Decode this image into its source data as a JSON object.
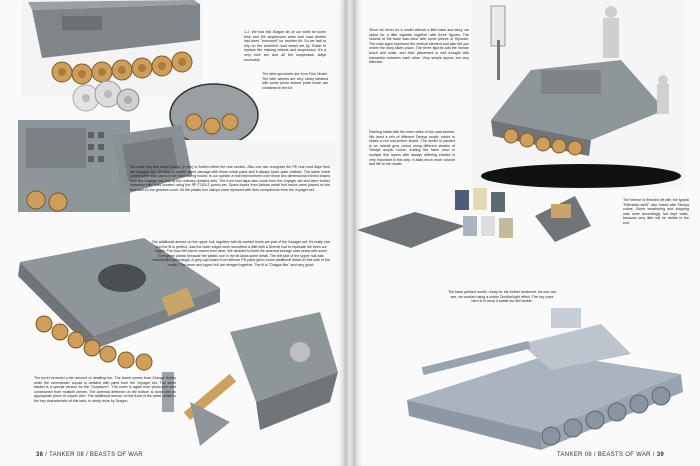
{
  "left_page": {
    "folio_number": "38",
    "folio_text": "TANKER 08 / BEASTS OF WAR",
    "texts": {
      "t1": "1-2. We had this Dragon kit on our shelf for some time and the suspension arms and road wheels had been \"borrowed\" for another kit. So we had to rely on the excellent road wheel set by Tristar to replace the missing wheels and suspension. It's a very nice set and all the suspension stays moveable.",
      "t2": "The idler-sprockets are from Friul Model. The idler wheels are very nicely detailed with some photo etched parts which are contained in the kit.",
      "t3": "We used very fine metal chains (2 mm) to further refine the rear section. Also one can recognise the PE rear mud flaps from the Voyager set. It's easy to create some damage with these metal parts and it always looks quite realistic. The same metal chains were also used on the front towing hooks; in our opinion a real improvement over those two dimensional etched chains from the Voyager set and all the ordinary updates sets. The front mud flaps also come from the Voyager set and were further improved with bolts created using the RP-TOOLZ punch set. Spare-tracks from Artisan metal fruit tracks were placed on the bow and on the gearbox cover.\nAll the plastic tool clamps were replaced with their companions from the Voyager set.",
      "t4": "The additional armour on the upper hull, together with its contact rivets are part of the Voyager set, it's really nice and the fit is perfect. Just the outer edges were smoothed a little with a Dremel tool to replicate the torch cut edges. The bow-MG barrel comes from Aber. We decided to build the antenna storage case anew with some Evergreen plastic because the plastic one in the kit lacks some detail.\nThe left side of the upper hull was constructed accordingly. A grey-cap busier from leftover PE-parts given some additional detail on this side of the model.\nThe lower and upper hull are merged together.\nThe fit is \"Dragon like\" and very good.",
      "t5": "The turret received a fair amount of detailing too. The barrel comes from Orange Hobby while the commander cupola is detailed with parts from the Voyager set. The turret basket is a special version for the \"Vorpanzer\". The cover is again from photo-etch and constructed from multiple pieces. The antenna deflector on the bottom is done with an appropriate piece of copper wire. The additional armour on the front of the turret, which is the key characteristic of this tank, is nicely done by Dragon."
    }
  },
  "right_page": {
    "folio_number": "39",
    "folio_text": "TANKER 08 / BEASTS OF WAR",
    "texts": {
      "r1": "Since we never do a model without a little base and story, we opted for a little vignette together with three figures. The volume of the base was done with some pieces of Styrodur. The road signs represent the vertical element and also tell you where the story takes place.\nThe three figures add the human touch and scale, and their placement is well thought with interaction between each other. Very simple layout, but very effective.",
      "r2": "Painting starts with the inner sides of the road wheels. We used a mix of different Tamiya acrylic colors to obtain a red rust-primer shade. The model is painted in an overall grey colour using different shades of Tamiya acrylic colors. Adding the base color in multiple thin layers with always differing shades is very important in this step, it adds much more volume and life to the model.",
      "r3": "The interior is finished off with the typical \"Elfenbein-weiß\" also mixed with Tamiya colors. Some weathering and chipping was done accordingly, but kept basic, because very little will be visible in the end.",
      "r4": "The base painted model, ready for the further treatment. As one can see, we worked using a subtle Zenithal light effect. The key point here is to keep it subtle but still visible."
    }
  },
  "colors": {
    "page_bg": "#fafafa",
    "tank_grey": "#8f969a",
    "road_wheel": "#c99a55",
    "blue_grey": "#aab4c0"
  }
}
